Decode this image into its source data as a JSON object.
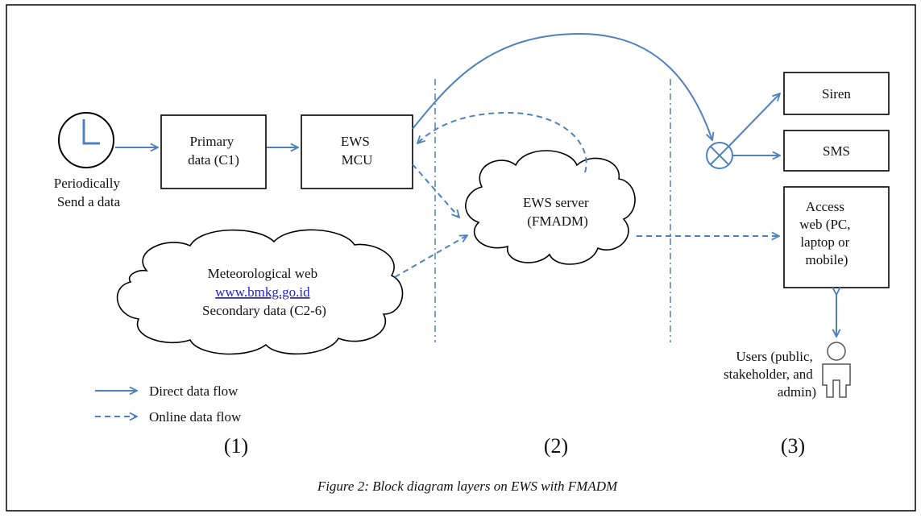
{
  "clock_label": [
    "Periodically",
    "Send a data"
  ],
  "primary_box": [
    "Primary",
    "data (C1)"
  ],
  "mcu_box": [
    "EWS",
    "MCU"
  ],
  "server_cloud": [
    "EWS server",
    "(FMADM)"
  ],
  "met_cloud": {
    "line1": "Meteorological web",
    "link": "www.bmkg.go.id",
    "line3": "Secondary data (C2-6)"
  },
  "siren_box": "Siren",
  "sms_box": "SMS",
  "access_box": [
    "Access",
    "web (PC,",
    "laptop or",
    "mobile)"
  ],
  "users_label": [
    "Users (public,",
    "stakeholder, and",
    "admin)"
  ],
  "legend": {
    "direct": "Direct data flow",
    "online": "Online data flow"
  },
  "layers": [
    "(1)",
    "(2)",
    "(3)"
  ],
  "caption": "Figure 2: Block diagram layers on EWS with FMADM",
  "colors": {
    "flow": "#4f81bd",
    "border": "#000000"
  }
}
